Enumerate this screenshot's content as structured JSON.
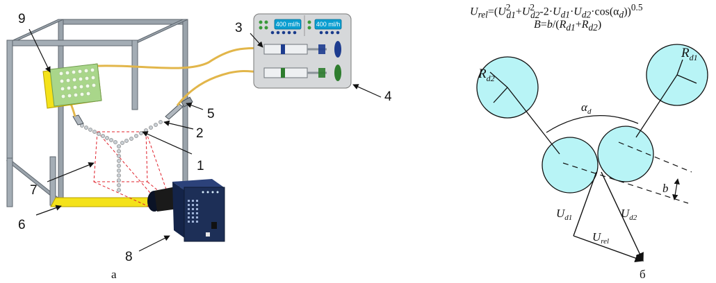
{
  "panel_a": {
    "caption": "а",
    "callouts": [
      "9",
      "3",
      "4",
      "5",
      "2",
      "1",
      "7",
      "6",
      "8"
    ],
    "pump_display_left": "400 ml/h",
    "pump_display_right": "400 ml/h"
  },
  "panel_b": {
    "caption": "б",
    "formula_line1": {
      "lhs": "U",
      "lhs_sub": "rel",
      "eq": "=(",
      "t1": "U",
      "t1_sup": "2",
      "t1_sub": "d1",
      "plus": "+",
      "t2": "U",
      "t2_sup": "2",
      "t2_sub": "d2",
      "minus": "-2·",
      "t3": "U",
      "t3_sub": "d1",
      "dot": "·",
      "t4": "U",
      "t4_sub": "d2",
      "cos": "·cos(α",
      "cos_sub": "d",
      "close": "))",
      "power": "0.5"
    },
    "formula_line2": {
      "lhs": "B",
      "eq": "=",
      "b": "b",
      "slash": "/(",
      "r1": "R",
      "r1_sub": "d1",
      "plus": "+",
      "r2": "R",
      "r2_sub": "d2",
      "close": ")"
    },
    "labels": {
      "rd2": "R",
      "rd2_sub": "d2",
      "rd1": "R",
      "rd1_sub": "d1",
      "alpha": "α",
      "alpha_sub": "d",
      "b": "b",
      "ud1": "U",
      "ud1_sub": "d1",
      "ud2": "U",
      "ud2_sub": "d2",
      "urel": "U",
      "urel_sub": "rel"
    }
  },
  "colors": {
    "frame": "#9aa3ab",
    "frame_edge": "#5e666e",
    "yellow": "#f4e21a",
    "tube": "#e2b64a",
    "camera": "#1d2f57",
    "droplet_fill": "#b8f4f6",
    "nozzle_panel": "#a9d68a",
    "dash_red": "#e0202a"
  }
}
